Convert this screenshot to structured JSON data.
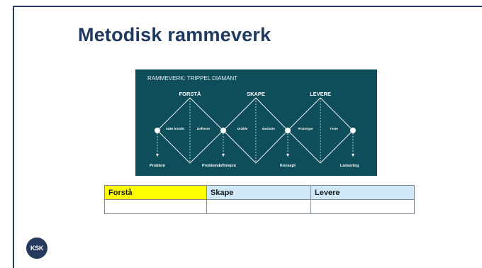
{
  "slide": {
    "title": "Metodisk rammeverk"
  },
  "diagram": {
    "title": "RAMMEVERK: TRIPPEL DIAMANT",
    "phases": [
      "FORSTÅ",
      "SKAPE",
      "LEVERE"
    ],
    "inner_labels": [
      "Søke innsikt",
      "Definere",
      "Utvikle",
      "Beslutte",
      "Prototype",
      "Teste"
    ],
    "outcomes": [
      "Problem",
      "Problemdefinisjon",
      "Konsept",
      "Lansering"
    ],
    "colors": {
      "background": "#0e4d5a",
      "lines": "#ffffff"
    }
  },
  "table": {
    "headers": [
      "Forstå",
      "Skape",
      "Levere"
    ],
    "rows": [
      [
        "",
        "",
        ""
      ]
    ],
    "colors": {
      "header_1": "#ffff00",
      "header_2": "#cfe9fb",
      "header_3": "#cfe9fb"
    }
  },
  "logo": {
    "text": "KSK"
  }
}
